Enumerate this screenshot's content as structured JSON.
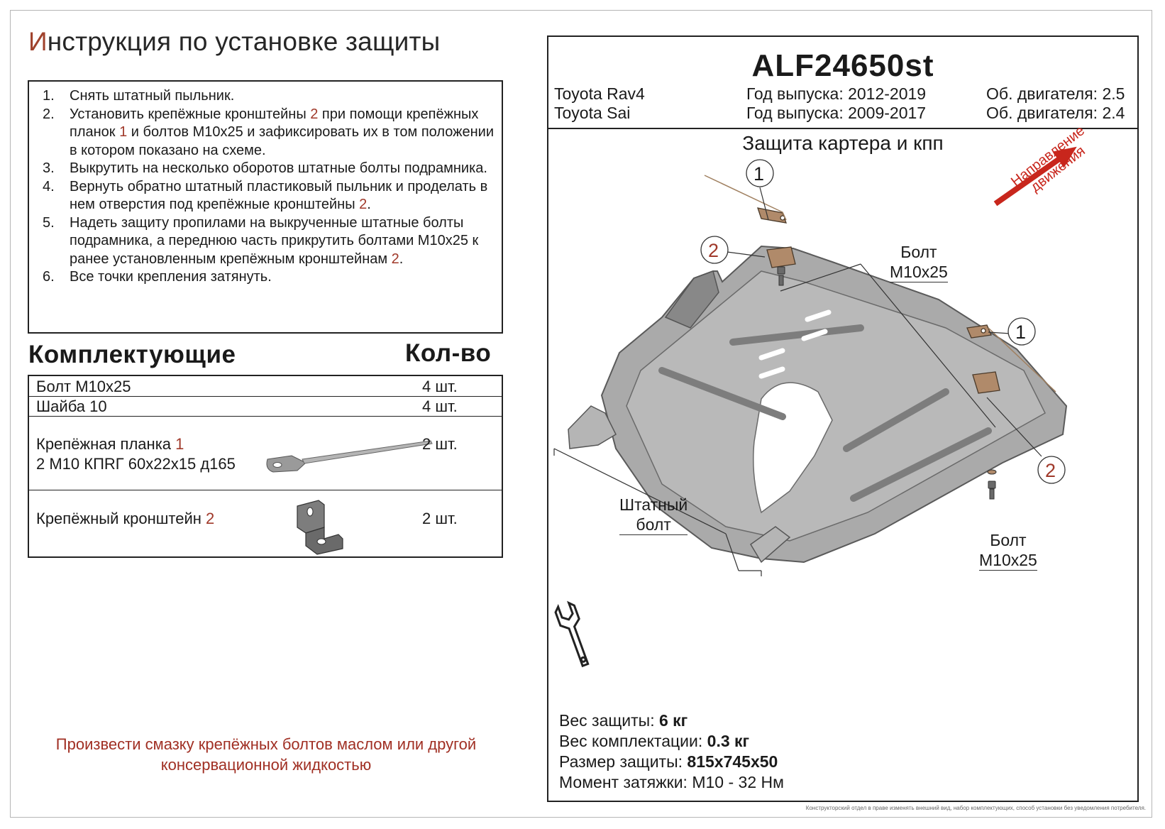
{
  "title": {
    "first_letter": "И",
    "rest": "нструкция по установке защиты"
  },
  "instructions": [
    {
      "num": "1.",
      "parts": [
        "Снять штатный пыльник."
      ]
    },
    {
      "num": "2.",
      "parts": [
        "Установить крепёжные кронштейны ",
        "2",
        " при помощи крепёжных планок ",
        "1",
        " и болтов М10х25 и зафиксировать их в том положении в котором показано на схеме."
      ]
    },
    {
      "num": "3.",
      "parts": [
        "Выкрутить на несколько оборотов штатные болты подрамника."
      ]
    },
    {
      "num": "4.",
      "parts": [
        "Вернуть обратно штатный пластиковый пыльник и проделать в нем отверстия под крепёжные кронштейны ",
        "2",
        "."
      ]
    },
    {
      "num": "5.",
      "parts": [
        "Надеть защиту пропилами на выкрученные штатные болты подрамника, а переднюю часть прикрутить болтами М10х25 к ранее установленным крепёжным кронштейнам ",
        "2",
        "."
      ]
    },
    {
      "num": "6.",
      "parts": [
        "Все точки крепления затянуть."
      ]
    }
  ],
  "components": {
    "heading": "Комплектующие",
    "qty_heading": "Кол-во",
    "rows": [
      {
        "name": "Болт М10х25",
        "qty": "4 шт."
      },
      {
        "name": "Шайба 10",
        "qty": "4 шт."
      },
      {
        "name": "Крепёжная планка ",
        "name_num": "1",
        "name2": "2 М10 КПRГ 60х22х15 д165",
        "qty": "2 шт."
      },
      {
        "name": "Крепёжный кронштейн ",
        "name_num": "2",
        "qty": "2 шт."
      }
    ]
  },
  "note": {
    "line1": "Произвести смазку крепёжных болтов маслом или другой",
    "line2": "консервационной жидкостью"
  },
  "product": {
    "model": "ALF24650st",
    "cars": [
      {
        "name": "Toyota Rav4",
        "years": "Год выпуска: 2012-2019",
        "engine": "Об. двигателя: 2.5"
      },
      {
        "name": "Toyota Sai",
        "years": "Год выпуска: 2009-2017",
        "engine": "Об. двигателя: 2.4"
      }
    ],
    "diagram_title": "Защита картера и кпп",
    "direction_label": {
      "line1": "Направление",
      "line2": "движения"
    },
    "labels": {
      "n1": "1",
      "n2": "2",
      "bolt_top": {
        "line1": "Болт",
        "line2": "М10х25"
      },
      "bolt_bottom": {
        "line1": "Болт",
        "line2": "М10х25"
      },
      "stock_bolt": {
        "line1": "Штатный",
        "line2": "болт"
      }
    },
    "specs": [
      {
        "label": "Вес защиты: ",
        "value": "6 кг"
      },
      {
        "label": "Вес комплектации: ",
        "value": "0.3 кг"
      },
      {
        "label": "Размер защиты: ",
        "value": "815х745х50"
      },
      {
        "label": "Момент затяжки: ",
        "value": " М10 - 32 Нм"
      }
    ]
  },
  "footer": "Конструкторский отдел в праве изменять внешний вид, набор комплектующих, способ установки без уведомления потребителя.",
  "colors": {
    "accent_red": "#a0392a",
    "arrow_red": "#c8261c",
    "plate_gray": "#a9a9a9",
    "bracket_brown": "#b08a6a"
  }
}
